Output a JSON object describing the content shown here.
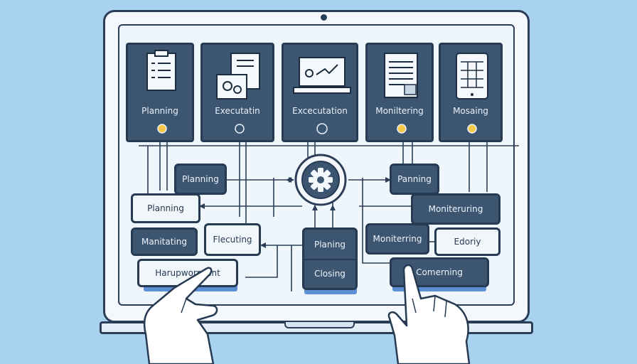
{
  "top_cards": [
    {
      "label": "Planning",
      "icon": "clipboard-checklist-icon"
    },
    {
      "label": "Executatin",
      "icon": "document-gears-icon"
    },
    {
      "label": "Excecutation",
      "icon": "laptop-chart-icon"
    },
    {
      "label": "Moniltering",
      "icon": "report-document-icon"
    },
    {
      "label": "Mosaing",
      "icon": "tablet-grid-icon"
    }
  ],
  "nodes": {
    "planning_a": "Planning",
    "planning_b": "Planning",
    "manitating": "Manitating",
    "flecuting": "Flecuting",
    "harupworkent": "Harupworr tent",
    "planing_closing_1": "Planing",
    "planing_closing_2": "Closing",
    "panning": "Panning",
    "moniteruring": "Moniteruring",
    "moniterring": "Moniterring",
    "edoriy": "Edoriy",
    "comerning": "Comerning"
  },
  "colors": {
    "background": "#a9d2f0",
    "card_fill": "#3c5571",
    "card_border": "#263a52",
    "accent_shadow": "#5d8fd4",
    "bulb_yellow": "#f5c84a"
  }
}
